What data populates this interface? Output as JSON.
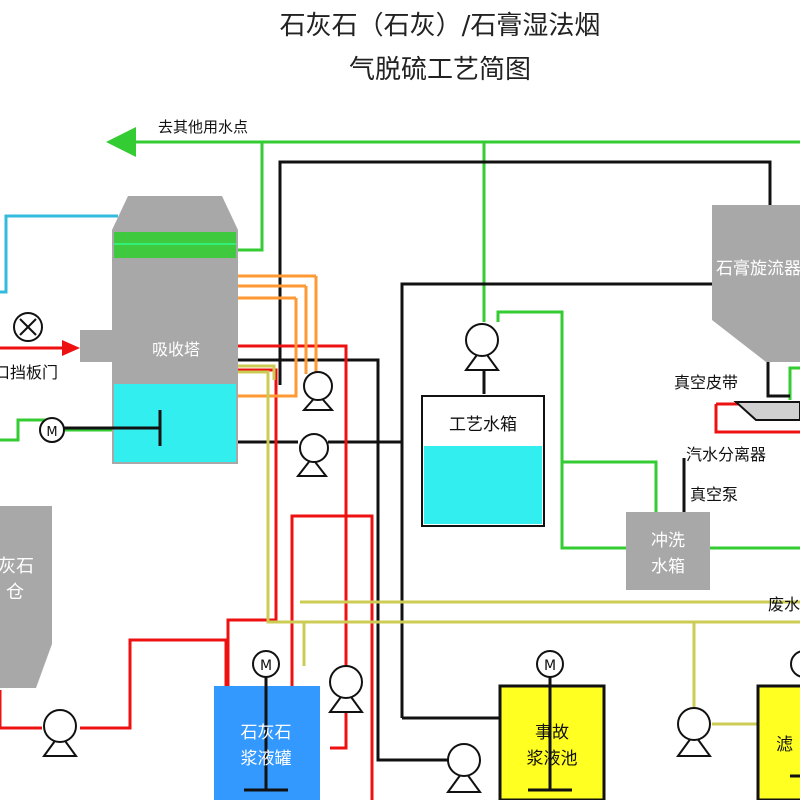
{
  "title": {
    "line1": "石灰石（石灰）/石膏湿法烟",
    "line2": "气脱硫工艺简图"
  },
  "labels": {
    "water_use": "去其他用水点",
    "absorber": "吸收塔",
    "baffle_door": "口挡板门",
    "process_water_tank": "工艺水箱",
    "gypsum_cyclone": "石膏旋流器",
    "vacuum_belt": "真空皮带",
    "separator": "汽水分离器",
    "vacuum_pump": "真空泵",
    "wash_tank_1": "冲洗",
    "wash_tank_2": "水箱",
    "limestone_silo_1": "灰石",
    "limestone_silo_2": "仓",
    "slurry_tank_1": "石灰石",
    "slurry_tank_2": "浆液罐",
    "emergency_tank_1": "事故",
    "emergency_tank_2": "浆液池",
    "waste_water": "废水",
    "filtrate_tank": "滤",
    "motor": "M"
  },
  "colors": {
    "gray": "#a8a8a8",
    "cyan": "#33eeee",
    "blue": "#3399ff",
    "yellow": "#ffff22",
    "green": "#33cc33",
    "red": "#ee1111",
    "black": "#111111",
    "orange": "#ff9933",
    "lightblue": "#33bbdd",
    "olive": "#cccc55"
  }
}
